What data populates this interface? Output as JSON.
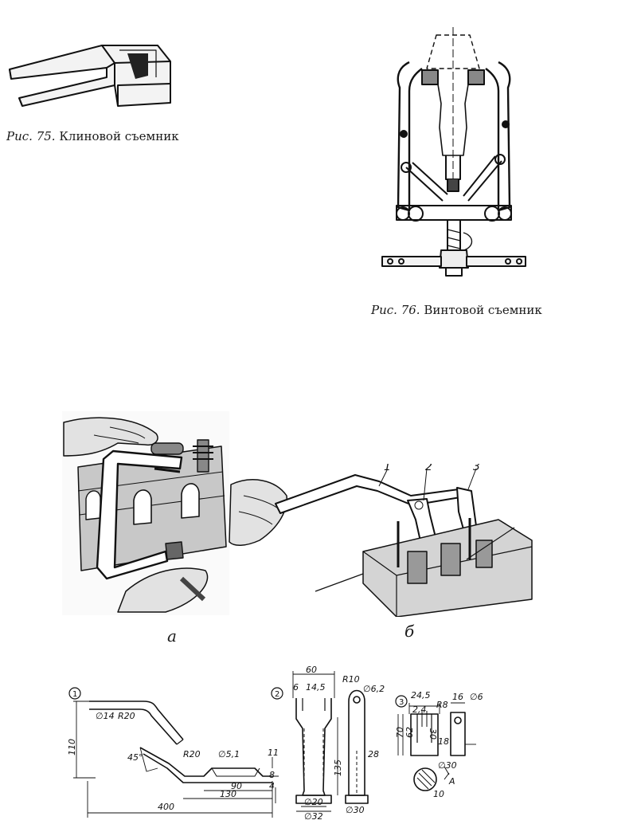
{
  "figure75": {
    "caption_prefix": "Рис. 75.",
    "caption_text": "Клиновой съемник"
  },
  "figure76": {
    "caption_prefix": "Рис. 76.",
    "caption_text": "Винтовой съемник"
  },
  "figure77": {
    "panel_a_label": "а",
    "panel_b_label": "б",
    "callouts": [
      "1",
      "2",
      "3"
    ],
    "part1": {
      "number": "1",
      "dims": [
        "∅14",
        "R20",
        "110",
        "45°",
        "R20",
        "∅5,1",
        "11",
        "8",
        "4",
        "90",
        "130",
        "400"
      ]
    },
    "part2": {
      "number": "2",
      "dims": [
        "60",
        "6",
        "14,5",
        "R10",
        "∅6,2",
        "28",
        "135",
        "∅20",
        "∅32",
        "∅30"
      ]
    },
    "part3": {
      "number": "3",
      "dims": [
        "24,5",
        "R8",
        "2,4",
        "30",
        "18",
        "62",
        "70",
        "16",
        "∅6",
        "∅30",
        "10",
        "A"
      ]
    }
  }
}
